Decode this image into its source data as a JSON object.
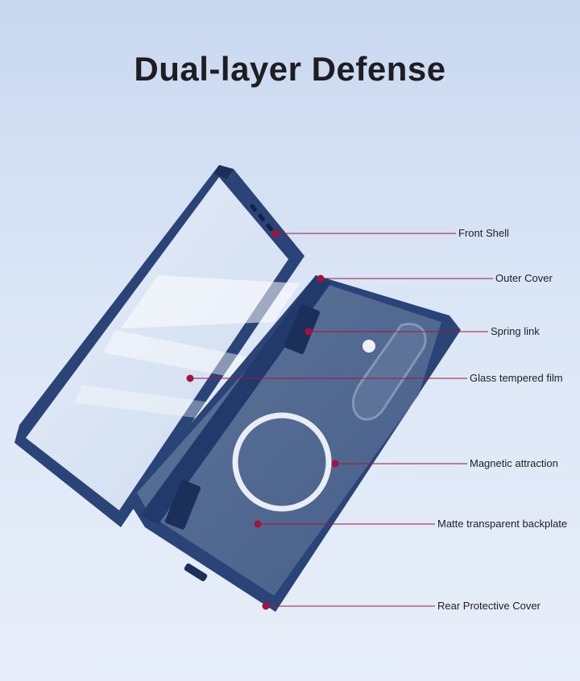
{
  "title": "Dual-layer Defense",
  "callouts": [
    {
      "id": "front-shell",
      "label": "Front Shell"
    },
    {
      "id": "outer-cover",
      "label": "Outer Cover"
    },
    {
      "id": "spring-link",
      "label": "Spring link"
    },
    {
      "id": "glass-tempered-film",
      "label": "Glass tempered film"
    },
    {
      "id": "magnetic-attraction",
      "label": "Magnetic attraction"
    },
    {
      "id": "matte-transparent-backplate",
      "label": "Matte transparent backplate"
    },
    {
      "id": "rear-protective-cover",
      "label": "Rear Protective Cover"
    }
  ],
  "colors": {
    "case_navy": "#2b4478",
    "case_dark": "#1c2f5a",
    "backplate": "#51688f",
    "accent_dot": "#a3133a",
    "magnet_ring": "#e9eef6"
  }
}
